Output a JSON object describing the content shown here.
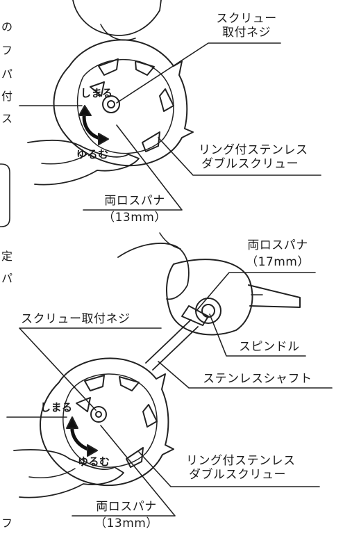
{
  "top_figure": {
    "screw_mount_label_line1": "スクリュー",
    "screw_mount_label_line2": "取付ネジ",
    "ring_screw_line1": "リング付ステンレス",
    "ring_screw_line2": "ダブルスクリュー",
    "spanner_line1": "両ロスパナ",
    "spanner_line2": "（13mm）",
    "tighten": "しまる",
    "loosen": "ゆるむ"
  },
  "bottom_figure": {
    "spanner17_line1": "両ロスパナ",
    "spanner17_line2": "（17mm）",
    "screw_mount_label": "スクリュー取付ネジ",
    "spindle": "スピンドル",
    "shaft": "ステンレスシャフト",
    "ring_screw_line1": "リング付ステンレス",
    "ring_screw_line2": "ダブルスクリュー",
    "spanner13_line1": "両ロスパナ",
    "spanner13_line2": "（13mm）",
    "tighten": "しまる",
    "loosen": "ゆるむ"
  },
  "left_edge_fragments": [
    "の",
    "フ",
    "パ",
    "付",
    "ス",
    "定",
    "パ",
    "フ"
  ]
}
